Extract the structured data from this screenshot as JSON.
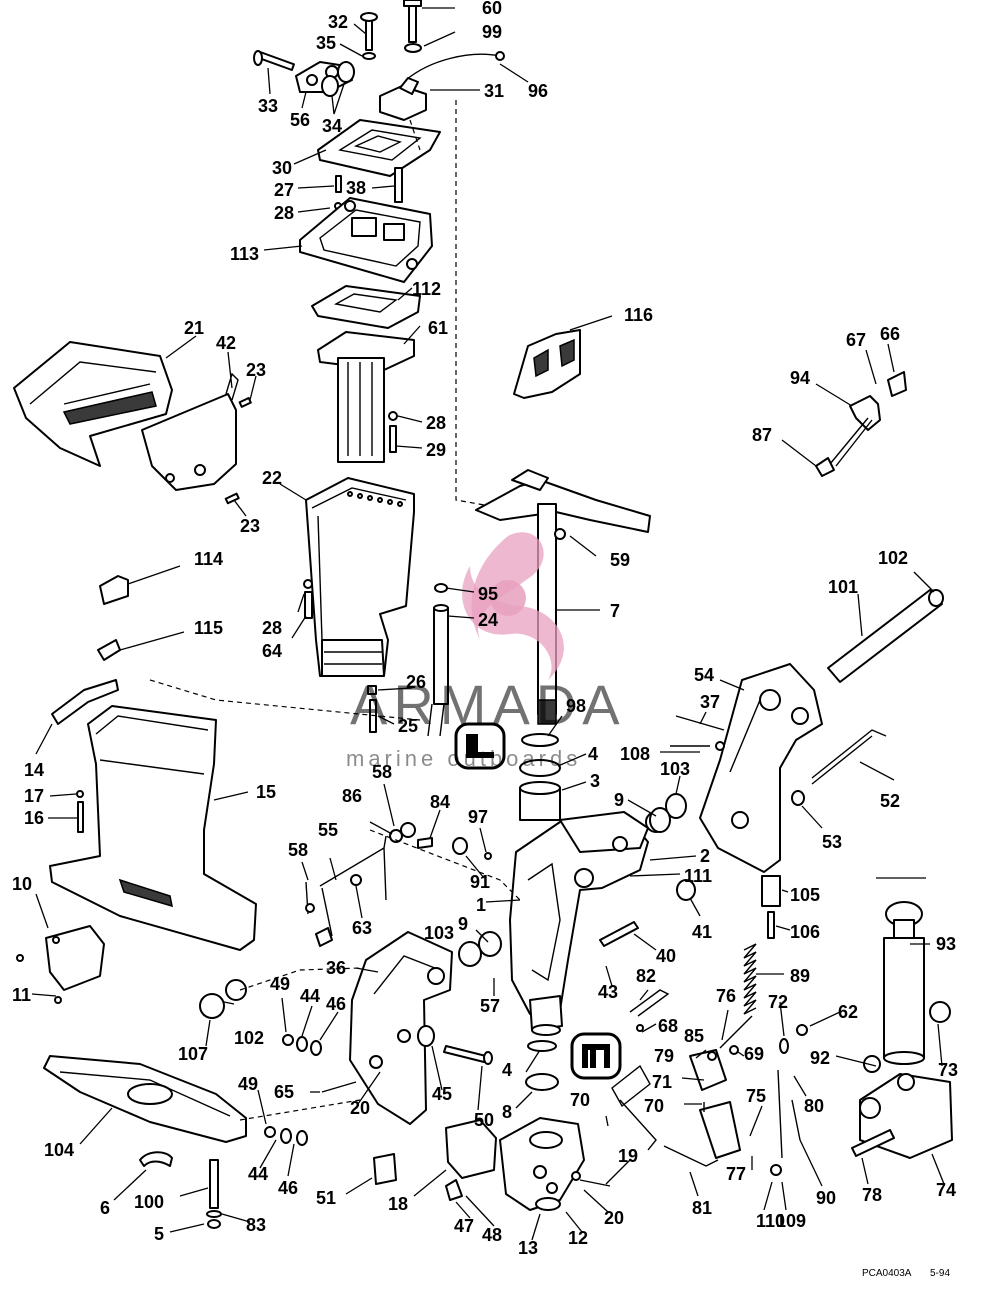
{
  "watermark": {
    "brand": "ARMADA",
    "tagline": "marine outboards",
    "logo_color": "#e8a0c0"
  },
  "footer": {
    "drawing_code": "PCA0403A",
    "date": "5-94"
  },
  "callouts": {
    "c1": "1",
    "c2": "2",
    "c3": "3",
    "c4a": "4",
    "c4b": "4",
    "c5": "5",
    "c6": "6",
    "c7": "7",
    "c8": "8",
    "c9a": "9",
    "c9b": "9",
    "c10": "10",
    "c11": "11",
    "c12": "12",
    "c13": "13",
    "c14": "14",
    "c15": "15",
    "c16": "16",
    "c17": "17",
    "c18": "18",
    "c19": "19",
    "c20a": "20",
    "c20b": "20",
    "c21": "21",
    "c22": "22",
    "c23a": "23",
    "c23b": "23",
    "c24": "24",
    "c25": "25",
    "c26": "26",
    "c27": "27",
    "c28a": "28",
    "c28b": "28",
    "c28c": "28",
    "c29": "29",
    "c30": "30",
    "c31": "31",
    "c32": "32",
    "c33": "33",
    "c34": "34",
    "c35": "35",
    "c36": "36",
    "c37": "37",
    "c38": "38",
    "c40": "40",
    "c41": "41",
    "c42": "42",
    "c43": "43",
    "c44a": "44",
    "c44b": "44",
    "c45": "45",
    "c46a": "46",
    "c46b": "46",
    "c47": "47",
    "c48": "48",
    "c49a": "49",
    "c49b": "49",
    "c50": "50",
    "c51": "51",
    "c52": "52",
    "c53": "53",
    "c54": "54",
    "c55": "55",
    "c56": "56",
    "c57": "57",
    "c58a": "58",
    "c58b": "58",
    "c59": "59",
    "c60": "60",
    "c61": "61",
    "c62": "62",
    "c63": "63",
    "c64": "64",
    "c65": "65",
    "c66": "66",
    "c67": "67",
    "c68": "68",
    "c69": "69",
    "c70a": "70",
    "c70b": "70",
    "c71": "71",
    "c72": "72",
    "c73": "73",
    "c74": "74",
    "c75": "75",
    "c76": "76",
    "c77": "77",
    "c78": "78",
    "c79": "79",
    "c80": "80",
    "c81": "81",
    "c82": "82",
    "c83": "83",
    "c84": "84",
    "c85": "85",
    "c86": "86",
    "c87": "87",
    "c89": "89",
    "c90": "90",
    "c91": "91",
    "c92": "92",
    "c93": "93",
    "c94": "94",
    "c95": "95",
    "c96": "96",
    "c97": "97",
    "c98": "98",
    "c99": "99",
    "c100": "100",
    "c101": "101",
    "c102a": "102",
    "c102b": "102",
    "c103a": "103",
    "c103b": "103",
    "c104": "104",
    "c105": "105",
    "c106": "106",
    "c107": "107",
    "c108": "108",
    "c109": "109",
    "c110": "110",
    "c111": "111",
    "c112": "112",
    "c113": "113",
    "c114": "114",
    "c115": "115",
    "c116": "116"
  }
}
